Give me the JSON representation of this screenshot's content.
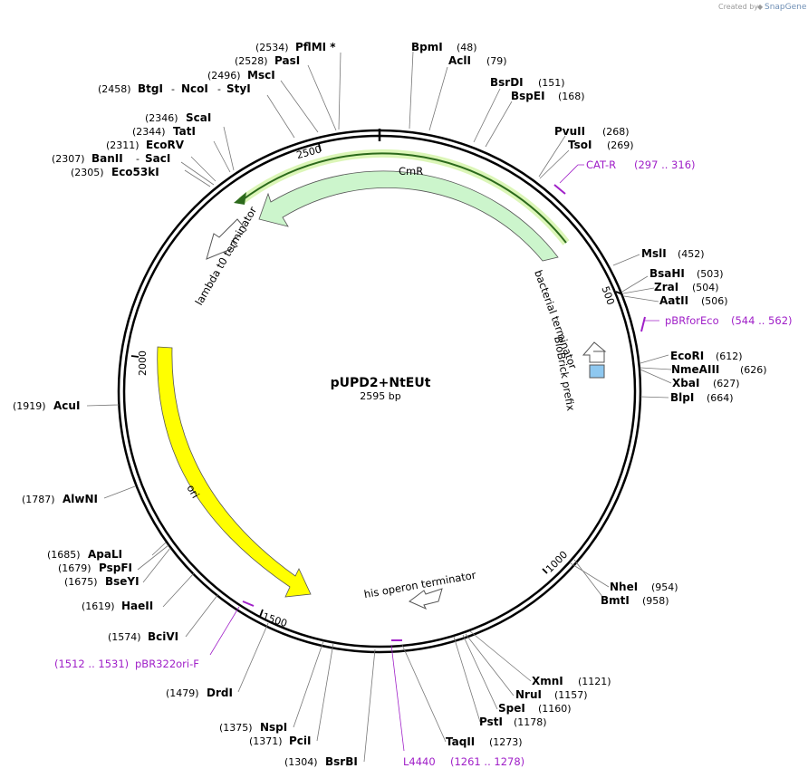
{
  "credit": {
    "prefix": "Created by",
    "brand": "SnapGene"
  },
  "plasmid": {
    "name": "pUPD2+NtEUt",
    "length": "2595 bp"
  },
  "ticks": [
    "500",
    "1000",
    "1500",
    "2000",
    "2500"
  ],
  "features": {
    "cmr": "CmR",
    "ori": "ori",
    "lambda": "lambda t0 terminator",
    "bacterial": "bacterial terminator",
    "biobrick": "BioBrick prefix",
    "his": "his operon terminator"
  },
  "primers": [
    {
      "name": "CAT-R",
      "range": "(297 .. 316)"
    },
    {
      "name": "pBRforEco",
      "range": "(544 .. 562)"
    },
    {
      "name": "L4440",
      "range": "(1261 .. 1278)"
    },
    {
      "name": "pBR322ori-F",
      "range": "(1512 .. 1531)"
    }
  ],
  "sites": {
    "PflMI": {
      "name": "PflMI *",
      "pos": "(2534)"
    },
    "PasI": {
      "name": "PasI",
      "pos": "(2528)"
    },
    "MscI": {
      "name": "MscI",
      "pos": "(2496)"
    },
    "BtgI": {
      "name": "BtgI",
      "pos": "(2458)",
      "more": [
        "NcoI",
        "StyI"
      ]
    },
    "ScaI": {
      "name": "ScaI",
      "pos": "(2346)"
    },
    "TatI": {
      "name": "TatI",
      "pos": "(2344)"
    },
    "EcoRV": {
      "name": "EcoRV",
      "pos": "(2311)"
    },
    "BanII": {
      "name": "BanII",
      "pos": "(2307)",
      "more": [
        "SacI"
      ]
    },
    "Eco53kI": {
      "name": "Eco53kI",
      "pos": "(2305)"
    },
    "BpmI": {
      "name": "BpmI",
      "pos": "(48)"
    },
    "AclI": {
      "name": "AclI",
      "pos": "(79)"
    },
    "BsrDI": {
      "name": "BsrDI",
      "pos": "(151)"
    },
    "BspEI": {
      "name": "BspEI",
      "pos": "(168)"
    },
    "PvuII": {
      "name": "PvuII",
      "pos": "(268)"
    },
    "TsoI": {
      "name": "TsoI",
      "pos": "(269)"
    },
    "MslI": {
      "name": "MslI",
      "pos": "(452)"
    },
    "BsaHI": {
      "name": "BsaHI",
      "pos": "(503)"
    },
    "ZraI": {
      "name": "ZraI",
      "pos": "(504)"
    },
    "AatII": {
      "name": "AatII",
      "pos": "(506)"
    },
    "EcoRI": {
      "name": "EcoRI",
      "pos": "(612)"
    },
    "NmeAIII": {
      "name": "NmeAIII",
      "pos": "(626)"
    },
    "XbaI": {
      "name": "XbaI",
      "pos": "(627)"
    },
    "BlpI": {
      "name": "BlpI",
      "pos": "(664)"
    },
    "AcuI": {
      "name": "AcuI",
      "pos": "(1919)"
    },
    "AlwNI": {
      "name": "AlwNI",
      "pos": "(1787)"
    },
    "ApaLI": {
      "name": "ApaLI",
      "pos": "(1685)"
    },
    "PspFI": {
      "name": "PspFI",
      "pos": "(1679)"
    },
    "BseYI": {
      "name": "BseYI",
      "pos": "(1675)"
    },
    "HaeII": {
      "name": "HaeII",
      "pos": "(1619)"
    },
    "BciVI": {
      "name": "BciVI",
      "pos": "(1574)"
    },
    "DrdI": {
      "name": "DrdI",
      "pos": "(1479)"
    },
    "NspI": {
      "name": "NspI",
      "pos": "(1375)"
    },
    "PciI": {
      "name": "PciI",
      "pos": "(1371)"
    },
    "BsrBI": {
      "name": "BsrBI",
      "pos": "(1304)"
    },
    "NheI": {
      "name": "NheI",
      "pos": "(954)"
    },
    "BmtI": {
      "name": "BmtI",
      "pos": "(958)"
    },
    "XmnI": {
      "name": "XmnI",
      "pos": "(1121)"
    },
    "NruI": {
      "name": "NruI",
      "pos": "(1157)"
    },
    "SpeI": {
      "name": "SpeI",
      "pos": "(1160)"
    },
    "PstI": {
      "name": "PstI",
      "pos": "(1178)"
    },
    "TaqII": {
      "name": "TaqII",
      "pos": "(1273)"
    }
  }
}
